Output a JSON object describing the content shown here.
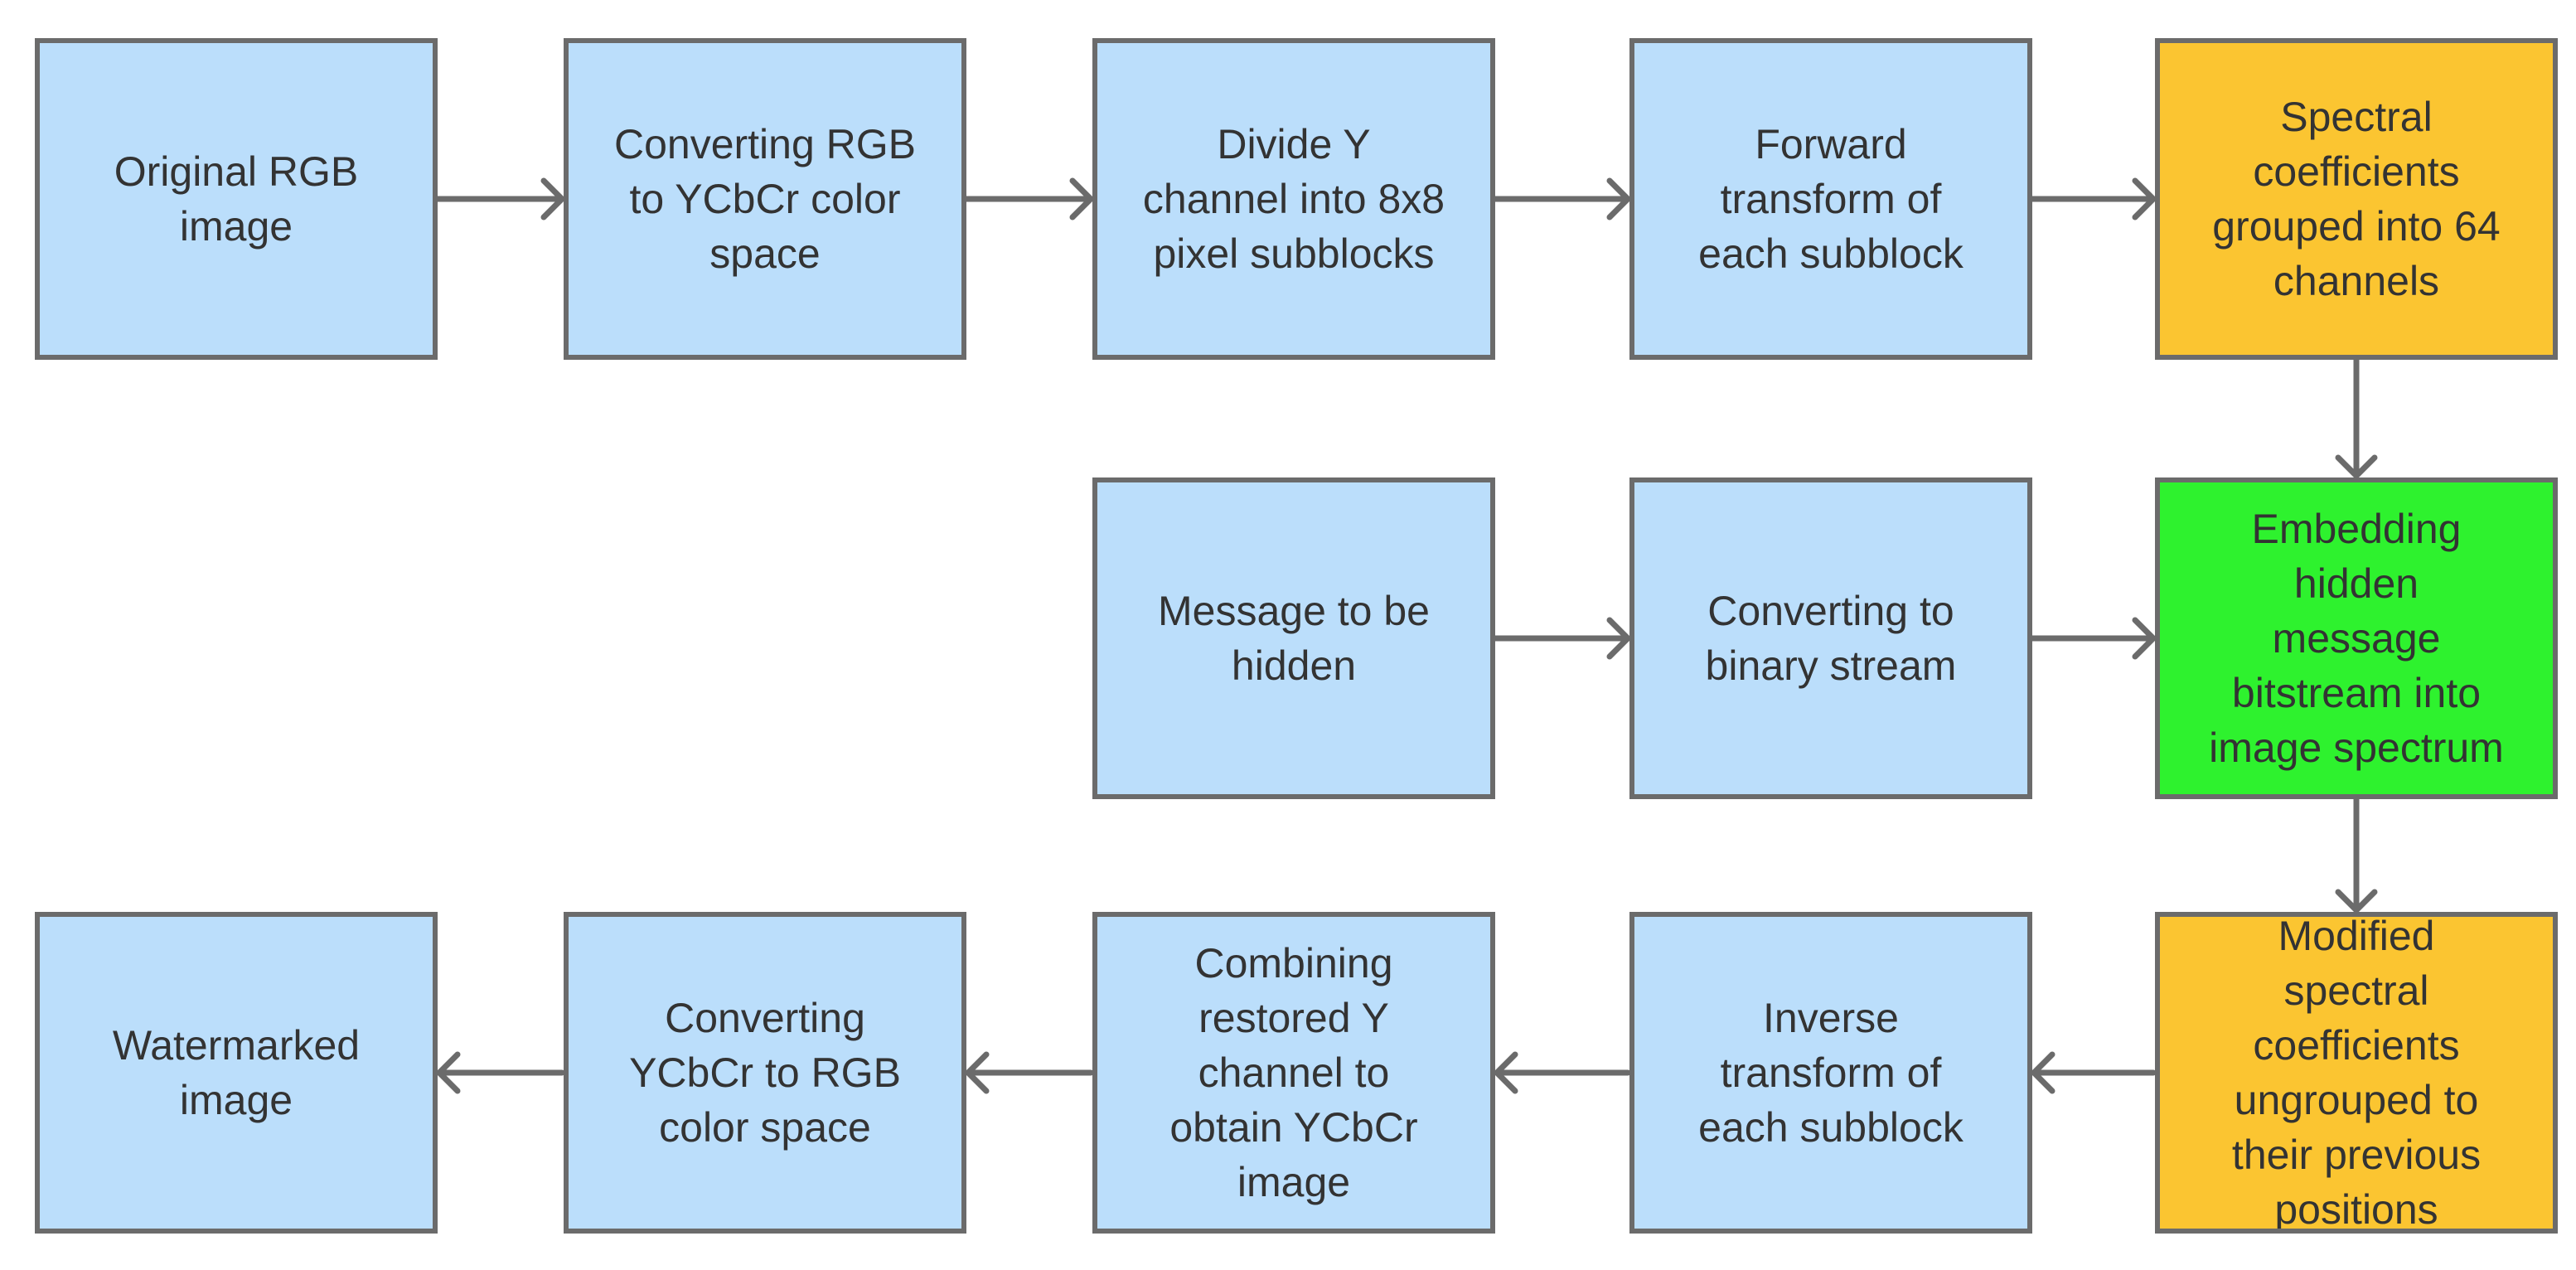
{
  "diagram": {
    "boxes": {
      "original_rgb": "Original RGB\nimage",
      "convert_rgb_ycbcr": "Converting RGB\nto YCbCr color\nspace",
      "divide_y": "Divide Y\nchannel into 8x8\npixel subblocks",
      "forward_transform": "Forward\ntransform of\neach subblock",
      "spectral_grouped": "Spectral\ncoefficients\ngrouped into 64\nchannels",
      "message": "Message to be\nhidden",
      "binary_stream": "Converting to\nbinary stream",
      "embedding": "Embedding\nhidden\nmessage\nbitstream into\nimage spectrum",
      "modified_ungrouped": "Modified\nspectral\ncoefficients\nungrouped to\ntheir previous\npositions",
      "inverse_transform": "Inverse\ntransform of\neach subblock",
      "combining_y": "Combining\nrestored Y\nchannel to\nobtain YCbCr\nimage",
      "convert_ycbcr_rgb": "Converting\nYCbCr to RGB\ncolor space",
      "watermarked": "Watermarked\nimage"
    },
    "colors": {
      "process_fill": "#bbdefb",
      "spectral_fill": "#fbc531",
      "embedding_fill": "#2ef22e",
      "border": "#6b6b6b",
      "text": "#333333"
    }
  }
}
